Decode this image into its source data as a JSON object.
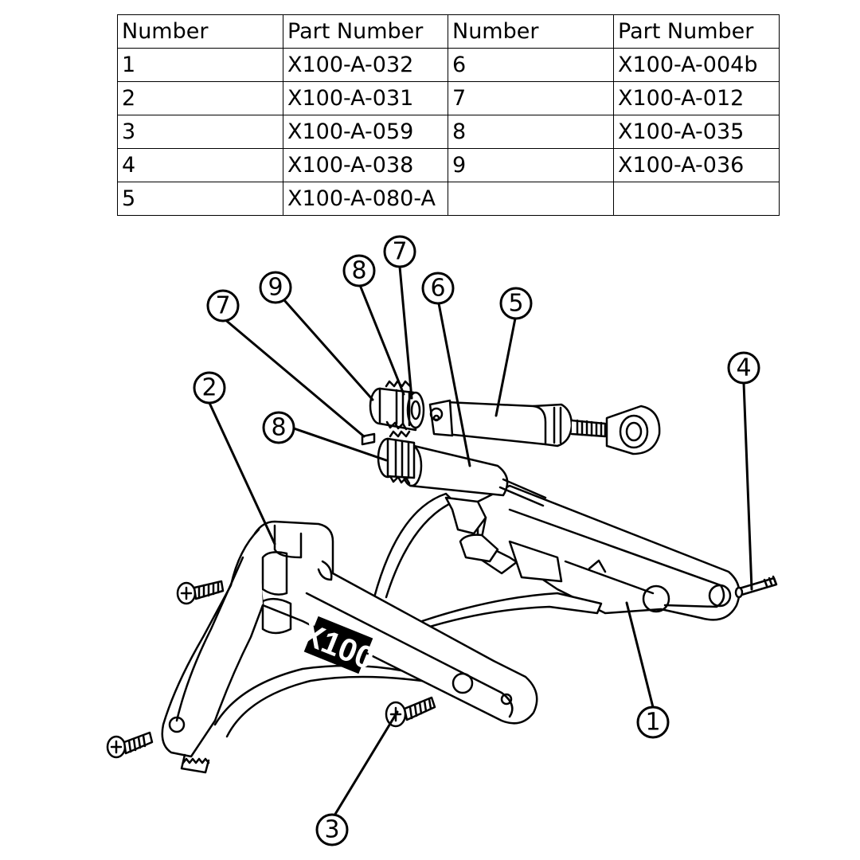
{
  "table": {
    "headers": [
      "Number",
      "Part Number",
      "Number",
      "Part Number"
    ],
    "rows": [
      [
        "1",
        "X100-A-032",
        "6",
        "X100-A-004b"
      ],
      [
        "2",
        "X100-A-031",
        "7",
        "X100-A-012"
      ],
      [
        "3",
        "X100-A-059",
        "8",
        "X100-A-035"
      ],
      [
        "4",
        "X100-A-038",
        "9",
        "X100-A-036"
      ],
      [
        "5",
        "X100-A-080-A",
        "",
        ""
      ]
    ]
  },
  "diagram": {
    "logo_text": "X100",
    "callouts": [
      {
        "label": "1"
      },
      {
        "label": "2"
      },
      {
        "label": "3"
      },
      {
        "label": "4"
      },
      {
        "label": "5"
      },
      {
        "label": "6"
      },
      {
        "label": "7"
      },
      {
        "label": "7"
      },
      {
        "label": "8"
      },
      {
        "label": "8"
      },
      {
        "label": "9"
      }
    ]
  }
}
